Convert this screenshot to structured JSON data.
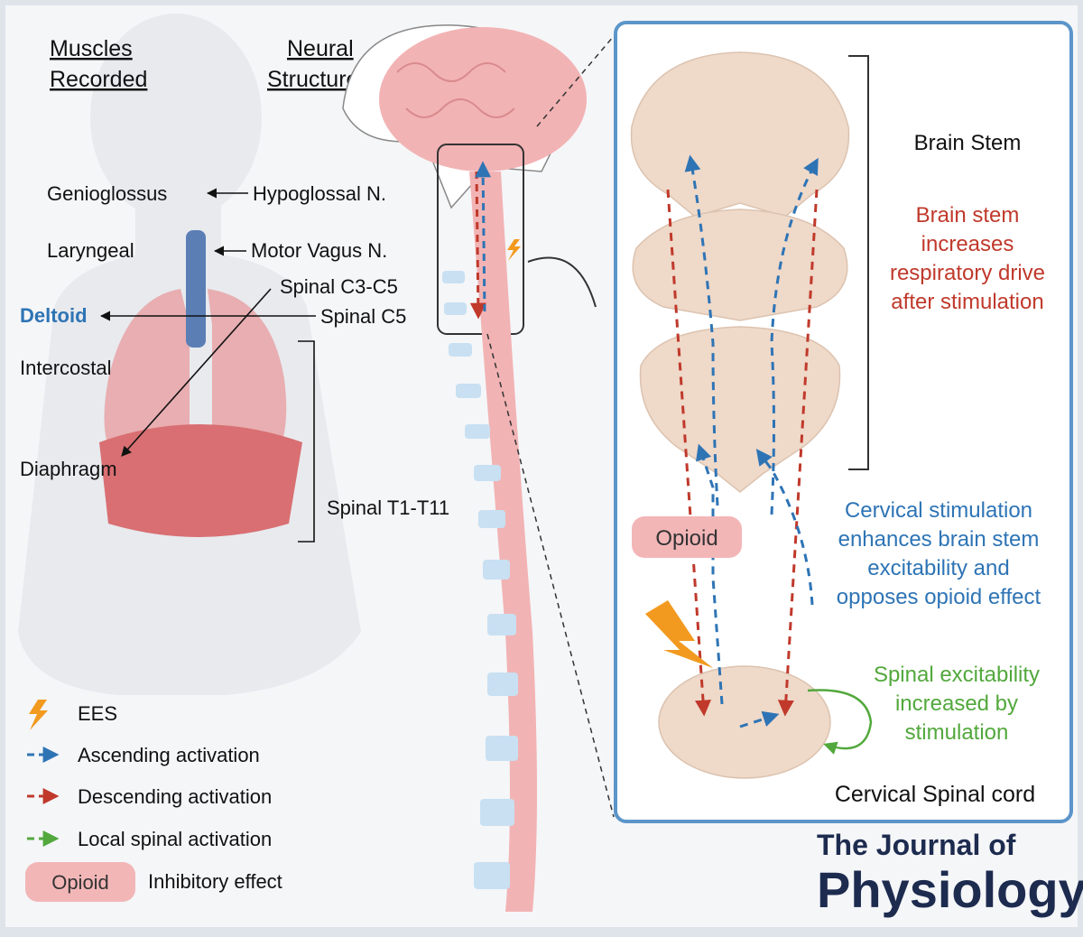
{
  "headers": {
    "muscles": [
      "Muscles",
      "Recorded"
    ],
    "neural": [
      "Neural",
      "Structures"
    ]
  },
  "muscles": {
    "genioglossus": "Genioglossus",
    "laryngeal": "Laryngeal",
    "deltoid": "Deltoid",
    "intercostal": "Intercostal",
    "diaphragm": "Diaphragm"
  },
  "nerves": {
    "hypoglossal": "Hypoglossal N.",
    "vagus": "Motor Vagus N.",
    "c3c5": "Spinal C3-C5",
    "c5": "Spinal C5",
    "t1t11": "Spinal T1-T11"
  },
  "panel": {
    "brain_stem": "Brain Stem",
    "brain_stem_note": [
      "Brain stem",
      "increases",
      "respiratory drive",
      "after stimulation"
    ],
    "opioid": "Opioid",
    "cervical_note": [
      "Cervical stimulation",
      "enhances brain stem",
      "excitability and",
      "opposes opioid effect"
    ],
    "spinal_note": [
      "Spinal excitability",
      "increased by",
      "stimulation"
    ],
    "cord": "Cervical Spinal cord"
  },
  "legend": {
    "ees": "EES",
    "ascending": "Ascending activation",
    "descending": "Descending activation",
    "local": "Local spinal activation",
    "opioid_tag": "Opioid",
    "inhibitory": "Inhibitory effect"
  },
  "journal": {
    "line1": "The Journal of",
    "line2": "Physiology"
  },
  "colors": {
    "descending": "#c0392b",
    "ascending": "#2e74b5",
    "local": "#52a83c",
    "bolt": "#f29a1f",
    "panel_border": "#5b95c9"
  }
}
